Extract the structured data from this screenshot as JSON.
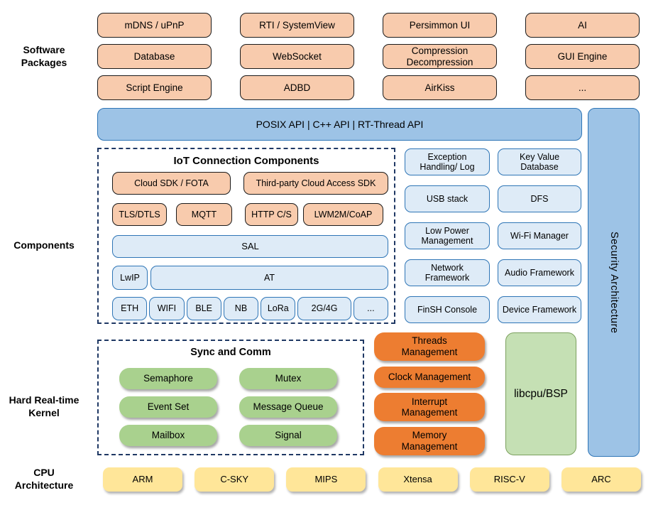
{
  "side_labels": {
    "software_packages": "Software Packages",
    "components": "Components",
    "kernel": "Hard Real-time Kernel",
    "cpu": "CPU Architecture"
  },
  "software_packages": [
    "mDNS / uPnP",
    "RTI / SystemView",
    "Persimmon UI",
    "AI",
    "Database",
    "WebSocket",
    "Compression Decompression",
    "GUI Engine",
    "Script Engine",
    "ADBD",
    "AirKiss",
    "..."
  ],
  "api_bar": "POSIX API  |  C++ API  |  RT-Thread API",
  "security_bar": "Security Architecture",
  "iot": {
    "title": "IoT Connection Components",
    "row1": [
      "Cloud SDK / FOTA",
      "Third-party Cloud Access SDK"
    ],
    "row2": [
      "TLS/DTLS",
      "MQTT",
      "HTTP C/S",
      "LWM2M/CoAP"
    ],
    "sal": "SAL",
    "lwip": "LwIP",
    "at": "AT",
    "links": [
      "ETH",
      "WIFI",
      "BLE",
      "NB",
      "LoRa",
      "2G/4G",
      "..."
    ]
  },
  "components": [
    "Exception Handling/ Log",
    "Key Value Database",
    "USB stack",
    "DFS",
    "Low Power Management",
    "Wi-Fi Manager",
    "Network Framework",
    "Audio Framework",
    "FinSH Console",
    "Device Framework"
  ],
  "kernel": {
    "sync_title": "Sync and Comm",
    "sync_items": [
      "Semaphore",
      "Mutex",
      "Event Set",
      "Message Queue",
      "Mailbox",
      "Signal"
    ],
    "mgmt": [
      "Threads Management",
      "Clock Management",
      "Interrupt Management",
      "Memory Management"
    ],
    "libcpu": "libcpu/BSP"
  },
  "cpu_archs": [
    "ARM",
    "C-SKY",
    "MIPS",
    "Xtensa",
    "RISC-V",
    "ARC"
  ],
  "colors": {
    "package_fill": "#F8CBAD",
    "api_fill": "#9DC3E6",
    "component_fill": "#DEEBF7",
    "component_border": "#2E75B6",
    "kernel_mgmt_fill": "#ED7D31",
    "sync_fill": "#A9D18E",
    "libcpu_fill": "#C5E0B4",
    "cpu_fill": "#FFE699",
    "dash_border": "#1F3864"
  }
}
